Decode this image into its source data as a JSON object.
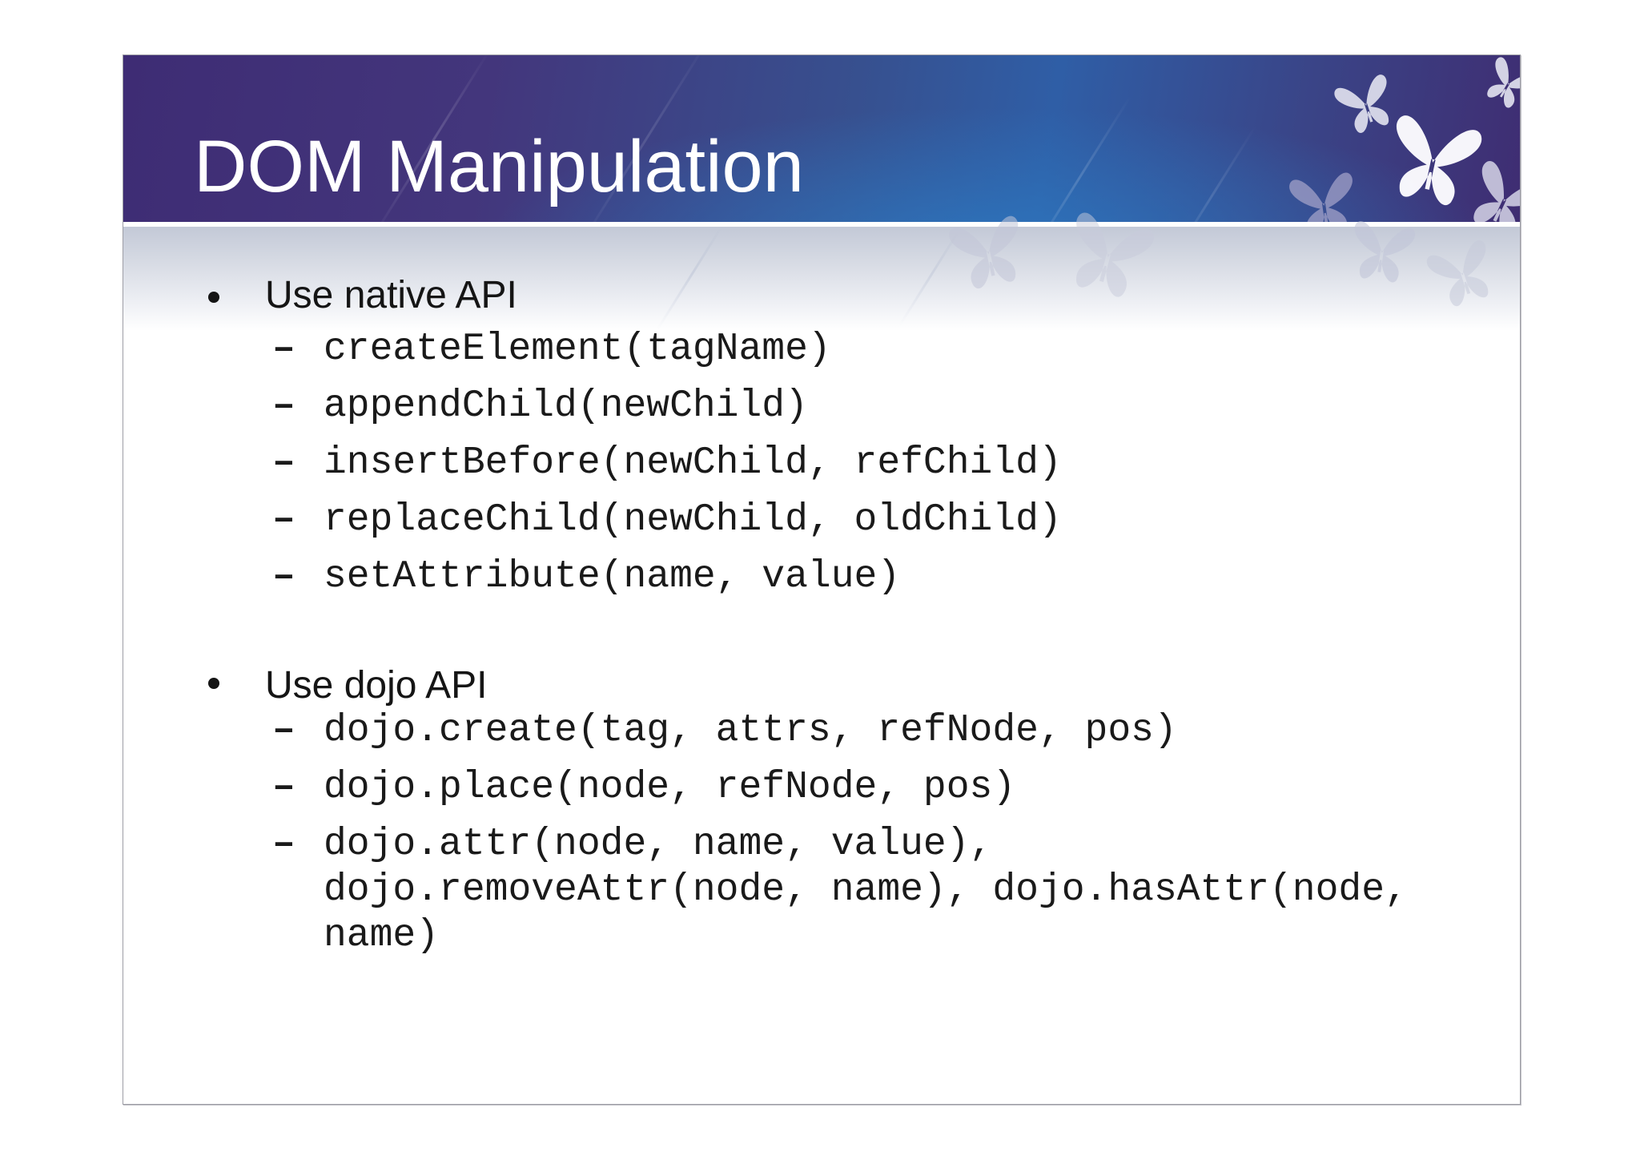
{
  "slide": {
    "title": "DOM Manipulation",
    "marker": "–",
    "sections": [
      {
        "heading": "Use native API",
        "items": [
          "createElement(tagName)",
          "appendChild(newChild)",
          "insertBefore(newChild, refChild)",
          "replaceChild(newChild, oldChild)",
          "setAttribute(name, value)"
        ]
      },
      {
        "heading": "Use dojo API",
        "items": [
          "dojo.create(tag, attrs, refNode, pos)",
          "dojo.place(node, refNode, pos)",
          "dojo.attr(node, name, value), dojo.removeAttr(node, name), dojo.hasAttr(node, name)"
        ]
      }
    ]
  },
  "icons": {
    "butterfly": "butterfly-icon"
  },
  "colors": {
    "header_purple": "#3e2c74",
    "header_blue": "#2f5ea6",
    "band_top": "#c3c9d7",
    "band_bottom": "#ffffff",
    "separator": "#ffffff",
    "body_text": "#1a1a1a",
    "title_text": "#ffffff",
    "slide_border": "#9d9da5"
  }
}
